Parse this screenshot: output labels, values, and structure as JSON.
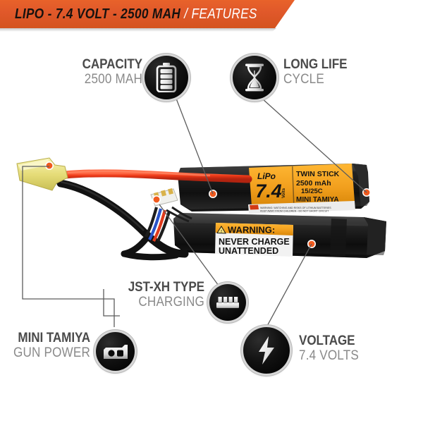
{
  "header": {
    "main_text": "LIPO - 7.4 VOLT - 2500 MAH",
    "sub_text": "/ FEATURES",
    "bg_color": "#e0582a",
    "main_color": "#17120f",
    "sub_color": "#ffffff"
  },
  "callouts": [
    {
      "id": "capacity",
      "title": "CAPACITY",
      "sub": "2500 MAH",
      "icon": "battery-icon",
      "align": "right"
    },
    {
      "id": "long-life",
      "title": "LONG LIFE",
      "sub": "CYCLE",
      "icon": "hourglass-icon",
      "align": "left"
    },
    {
      "id": "jst-xh",
      "title": "JST-XH TYPE",
      "sub": "CHARGING",
      "icon": "jst-connector-icon",
      "align": "right"
    },
    {
      "id": "mini-tamiya",
      "title": "MINI TAMIYA",
      "sub": "GUN POWER",
      "icon": "tamiya-connector-icon",
      "align": "right"
    },
    {
      "id": "voltage",
      "title": "VOLTAGE",
      "sub": "7.4 VOLTS",
      "icon": "lightning-bolt-icon",
      "align": "left"
    }
  ],
  "product": {
    "label_orange": {
      "brand": "LiPo",
      "voltage_big": "7.4",
      "voltage_unit": "Volts",
      "line1": "TWIN STICK",
      "line2": "2500 mAh",
      "line3": "15/25C",
      "line4": "MINI TAMIYA",
      "fineprint": "WARNING: WATCHING AND RISKS OF LITHIUM BATTERIES KEEP AWAY FROM CHILDREN DO NOT SHORT CIRCUIT",
      "bg_color": "#f2a01e"
    },
    "warning_label": {
      "header": "WARNING:",
      "line1": "NEVER CHARGE",
      "line2": "UNATTENDED",
      "header_bg": "#f2a01e"
    },
    "colors": {
      "wire_red": "#e8361a",
      "wire_black": "#121212",
      "connector_yellow": "#ece48a",
      "battery_black": "#1a1a1a",
      "marker_dot": "#f05a1e"
    }
  }
}
